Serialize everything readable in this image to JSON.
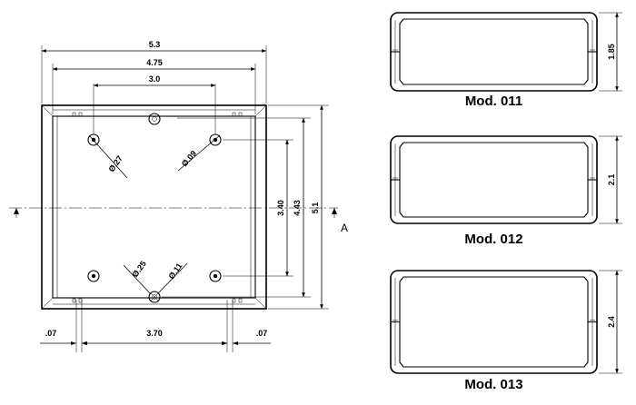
{
  "top_view": {
    "dims": {
      "width_overall": "5.3",
      "width_inner": "4.75",
      "hole_spacing_x": "3.0",
      "height_inner": "3.40",
      "height_mid": "4.43",
      "height_overall": "5.1",
      "base_left": ".07",
      "base_span": "3.70",
      "base_right": ".07"
    },
    "callouts": {
      "hole_large": "Ø.27",
      "hole_small": "Ø.09",
      "boss_outer": "Ø.25",
      "boss_inner": "Ø.11"
    },
    "section_label": "A"
  },
  "models": [
    {
      "name": "Mod. 011",
      "height": "1.85"
    },
    {
      "name": "Mod. 012",
      "height": "2.1"
    },
    {
      "name": "Mod. 013",
      "height": "2.4"
    }
  ]
}
